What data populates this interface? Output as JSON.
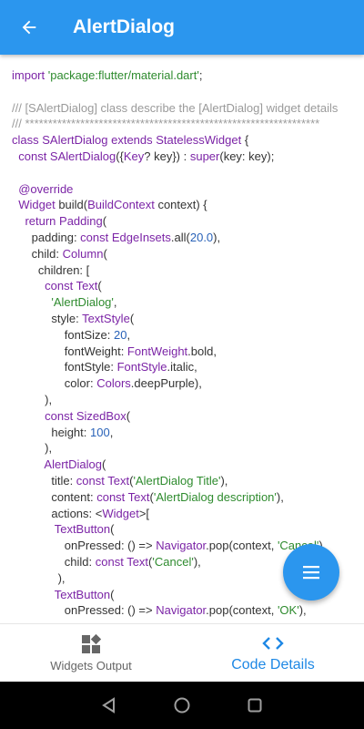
{
  "appbar": {
    "title": "AlertDialog",
    "back_icon": "arrow-back-icon"
  },
  "colors": {
    "primary": "#2b96ee",
    "keyword": "#7b24a6",
    "string": "#2e8b2e",
    "number": "#2962b8",
    "comment": "#9a9a9a"
  },
  "code_lines": [
    [
      {
        "c": "kw",
        "t": "import "
      },
      {
        "c": "str",
        "t": "'package:flutter/material.dart'"
      },
      {
        "c": "pl",
        "t": ";"
      }
    ],
    [],
    [
      {
        "c": "com",
        "t": "/// [SAlertDialog] class describe the [AlertDialog] widget details"
      }
    ],
    [
      {
        "c": "com",
        "t": "/// ****************************************************************"
      }
    ],
    [
      {
        "c": "kw",
        "t": "class "
      },
      {
        "c": "ty",
        "t": "SAlertDialog "
      },
      {
        "c": "kw",
        "t": "extends "
      },
      {
        "c": "ty",
        "t": "StatelessWidget"
      },
      {
        "c": "pl",
        "t": " {"
      }
    ],
    [
      {
        "c": "pl",
        "t": "  "
      },
      {
        "c": "kw",
        "t": "const "
      },
      {
        "c": "ty",
        "t": "SAlertDialog"
      },
      {
        "c": "pl",
        "t": "({"
      },
      {
        "c": "ty",
        "t": "Key"
      },
      {
        "c": "pl",
        "t": "? key}) : "
      },
      {
        "c": "kw",
        "t": "super"
      },
      {
        "c": "pl",
        "t": "(key: key);"
      }
    ],
    [],
    [
      {
        "c": "pl",
        "t": "  "
      },
      {
        "c": "ann",
        "t": "@override"
      }
    ],
    [
      {
        "c": "pl",
        "t": "  "
      },
      {
        "c": "ty",
        "t": "Widget"
      },
      {
        "c": "pl",
        "t": " build("
      },
      {
        "c": "ty",
        "t": "BuildContext"
      },
      {
        "c": "pl",
        "t": " context) {"
      }
    ],
    [
      {
        "c": "pl",
        "t": "    "
      },
      {
        "c": "kw",
        "t": "return "
      },
      {
        "c": "ty",
        "t": "Padding"
      },
      {
        "c": "pl",
        "t": "("
      }
    ],
    [
      {
        "c": "pl",
        "t": "      padding: "
      },
      {
        "c": "kw",
        "t": "const "
      },
      {
        "c": "ty",
        "t": "EdgeInsets"
      },
      {
        "c": "pl",
        "t": ".all("
      },
      {
        "c": "num",
        "t": "20.0"
      },
      {
        "c": "pl",
        "t": "),"
      }
    ],
    [
      {
        "c": "pl",
        "t": "      child: "
      },
      {
        "c": "ty",
        "t": "Column"
      },
      {
        "c": "pl",
        "t": "("
      }
    ],
    [
      {
        "c": "pl",
        "t": "        children: ["
      }
    ],
    [
      {
        "c": "pl",
        "t": "          "
      },
      {
        "c": "kw",
        "t": "const "
      },
      {
        "c": "ty",
        "t": "Text"
      },
      {
        "c": "pl",
        "t": "("
      }
    ],
    [
      {
        "c": "pl",
        "t": "            "
      },
      {
        "c": "str",
        "t": "'AlertDialog'"
      },
      {
        "c": "pl",
        "t": ","
      }
    ],
    [
      {
        "c": "pl",
        "t": "            style: "
      },
      {
        "c": "ty",
        "t": "TextStyle"
      },
      {
        "c": "pl",
        "t": "("
      }
    ],
    [
      {
        "c": "pl",
        "t": "                fontSize: "
      },
      {
        "c": "num",
        "t": "20"
      },
      {
        "c": "pl",
        "t": ","
      }
    ],
    [
      {
        "c": "pl",
        "t": "                fontWeight: "
      },
      {
        "c": "ty",
        "t": "FontWeight"
      },
      {
        "c": "pl",
        "t": ".bold,"
      }
    ],
    [
      {
        "c": "pl",
        "t": "                fontStyle: "
      },
      {
        "c": "ty",
        "t": "FontStyle"
      },
      {
        "c": "pl",
        "t": ".italic,"
      }
    ],
    [
      {
        "c": "pl",
        "t": "                color: "
      },
      {
        "c": "ty",
        "t": "Colors"
      },
      {
        "c": "pl",
        "t": ".deepPurple),"
      }
    ],
    [
      {
        "c": "pl",
        "t": "          ),"
      }
    ],
    [
      {
        "c": "pl",
        "t": "          "
      },
      {
        "c": "kw",
        "t": "const "
      },
      {
        "c": "ty",
        "t": "SizedBox"
      },
      {
        "c": "pl",
        "t": "("
      }
    ],
    [
      {
        "c": "pl",
        "t": "            height: "
      },
      {
        "c": "num",
        "t": "100"
      },
      {
        "c": "pl",
        "t": ","
      }
    ],
    [
      {
        "c": "pl",
        "t": "          ),"
      }
    ],
    [
      {
        "c": "pl",
        "t": "          "
      },
      {
        "c": "ty",
        "t": "AlertDialog"
      },
      {
        "c": "pl",
        "t": "("
      }
    ],
    [
      {
        "c": "pl",
        "t": "            title: "
      },
      {
        "c": "kw",
        "t": "const "
      },
      {
        "c": "ty",
        "t": "Text"
      },
      {
        "c": "pl",
        "t": "("
      },
      {
        "c": "str",
        "t": "'AlertDialog Title'"
      },
      {
        "c": "pl",
        "t": "),"
      }
    ],
    [
      {
        "c": "pl",
        "t": "            content: "
      },
      {
        "c": "kw",
        "t": "const "
      },
      {
        "c": "ty",
        "t": "Text"
      },
      {
        "c": "pl",
        "t": "("
      },
      {
        "c": "str",
        "t": "'AlertDialog description'"
      },
      {
        "c": "pl",
        "t": "),"
      }
    ],
    [
      {
        "c": "pl",
        "t": "            actions: <"
      },
      {
        "c": "ty",
        "t": "Widget"
      },
      {
        "c": "pl",
        "t": ">["
      }
    ],
    [
      {
        "c": "pl",
        "t": "             "
      },
      {
        "c": "ty",
        "t": "TextButton"
      },
      {
        "c": "pl",
        "t": "("
      }
    ],
    [
      {
        "c": "pl",
        "t": "                onPressed: () => "
      },
      {
        "c": "ty",
        "t": "Navigator"
      },
      {
        "c": "pl",
        "t": ".pop(context, "
      },
      {
        "c": "str",
        "t": "'Cancel'"
      },
      {
        "c": "pl",
        "t": "),"
      }
    ],
    [
      {
        "c": "pl",
        "t": "                child: "
      },
      {
        "c": "kw",
        "t": "const "
      },
      {
        "c": "ty",
        "t": "Text"
      },
      {
        "c": "pl",
        "t": "("
      },
      {
        "c": "str",
        "t": "'Cancel'"
      },
      {
        "c": "pl",
        "t": "),"
      }
    ],
    [
      {
        "c": "pl",
        "t": "              ),"
      }
    ],
    [
      {
        "c": "pl",
        "t": "             "
      },
      {
        "c": "ty",
        "t": "TextButton"
      },
      {
        "c": "pl",
        "t": "("
      }
    ],
    [
      {
        "c": "pl",
        "t": "                onPressed: () => "
      },
      {
        "c": "ty",
        "t": "Navigator"
      },
      {
        "c": "pl",
        "t": ".pop(context, "
      },
      {
        "c": "str",
        "t": "'OK'"
      },
      {
        "c": "pl",
        "t": "),"
      }
    ]
  ],
  "fab": {
    "icon": "menu-icon"
  },
  "bottom_nav": {
    "items": [
      {
        "label": "Widgets Output",
        "icon": "widgets-icon",
        "active": false
      },
      {
        "label": "Code Details",
        "icon": "code-icon",
        "active": true
      }
    ]
  },
  "system_nav": {
    "back": "nav-back-icon",
    "home": "nav-home-icon",
    "recents": "nav-recents-icon"
  }
}
